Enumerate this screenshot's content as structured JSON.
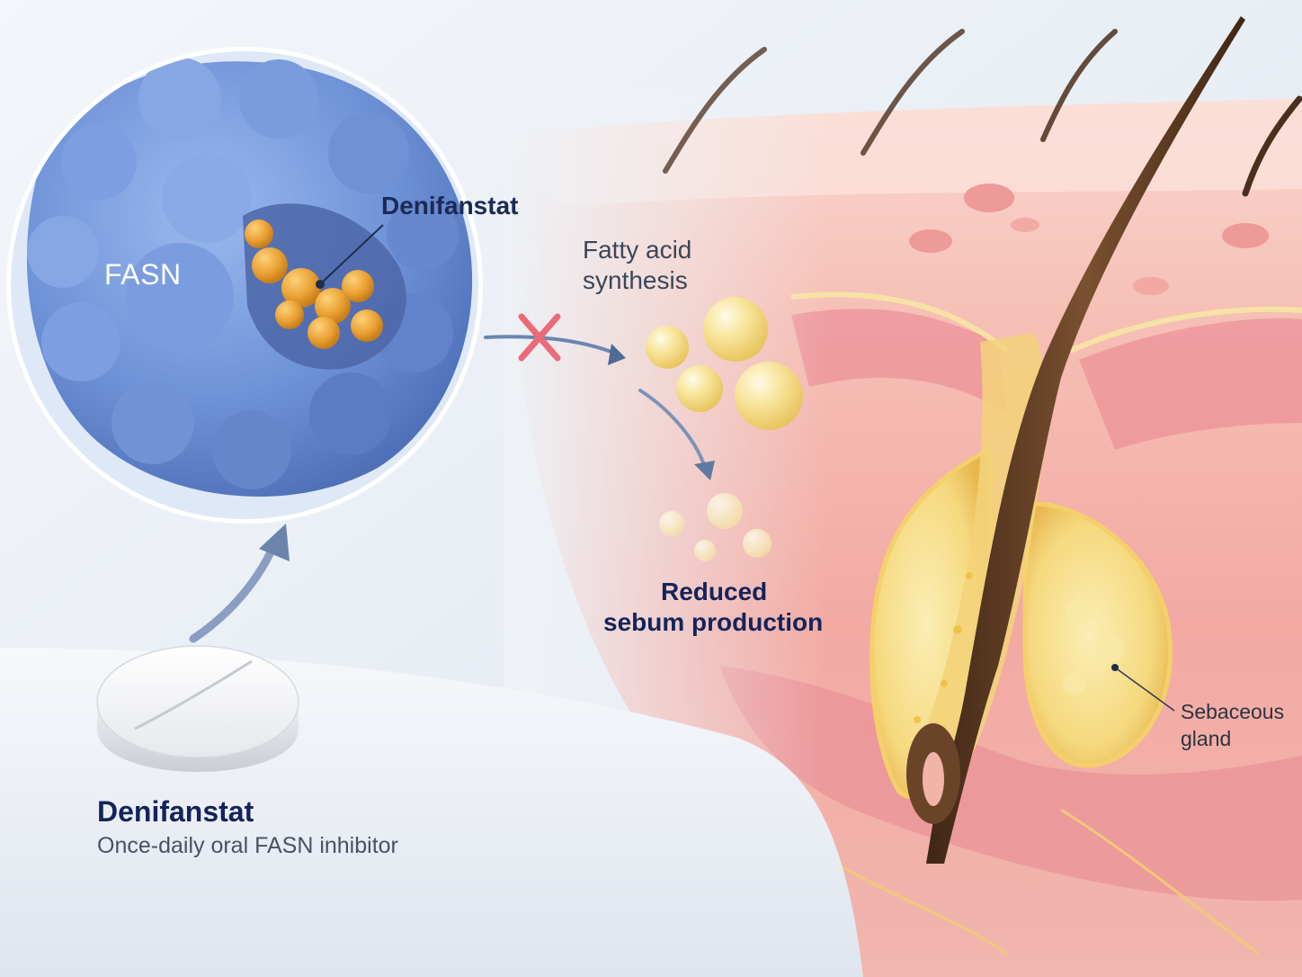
{
  "labels": {
    "protein": "FASN",
    "drug_callout": "Denifanstat",
    "fatty_acid_line1": "Fatty acid",
    "fatty_acid_line2": "synthesis",
    "reduced_line1": "Reduced",
    "reduced_line2": "sebum production",
    "gland_line1": "Sebaceous",
    "gland_line2": "gland",
    "drug_name": "Denifanstat",
    "drug_description": "Once-daily oral FASN inhibitor"
  },
  "colors": {
    "protein": "#6f93d8",
    "inhibitor": "#e9a53a",
    "block_mark": "#ec6a78",
    "skin": "#f4b3ab",
    "gland": "#f6dc8c",
    "hair": "#5a3a26",
    "lipid": "#f7df8a",
    "text_dark": "#14245a"
  },
  "icons": {
    "block": "x-mark-icon",
    "flow": "arrow-icon"
  }
}
